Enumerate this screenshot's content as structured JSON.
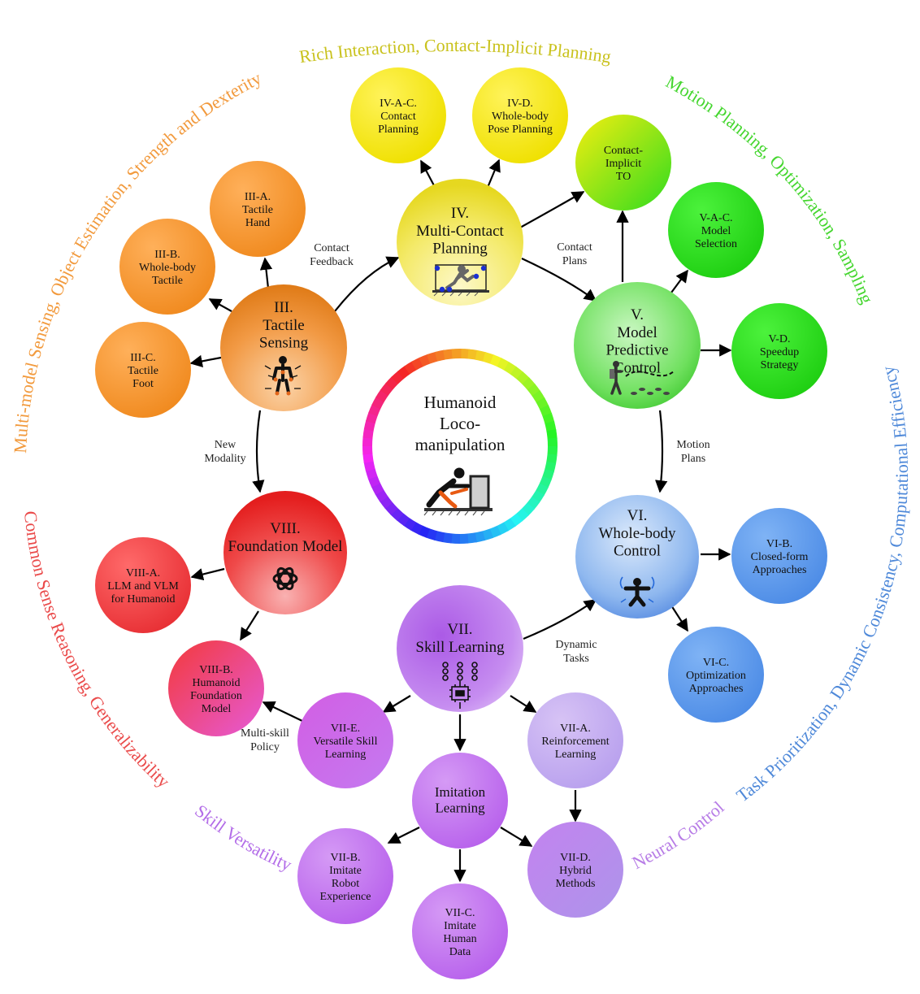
{
  "center": {
    "lines": [
      "Humanoid",
      "Loco-",
      "manipulation"
    ]
  },
  "themes": {
    "rich": "Rich Interaction, Contact-Implicit Planning",
    "motion": "Motion Planning, Optimization, Sampling",
    "task": "Task Prioritization, Dynamic Consistency, Computational Efficiency",
    "neural": "Neural Control",
    "skill": "Skill Versatility",
    "common": "Common Sense Reasoning, Generalizability",
    "multimodel": "Multi-model Sensing, Object Estimation, Strength and Dexterity"
  },
  "nodes": {
    "tactile": [
      "III.",
      "Tactile",
      "Sensing"
    ],
    "multicontact": [
      "IV.",
      "Multi-Contact",
      "Planning"
    ],
    "mpc": [
      "V.",
      "Model",
      "Predictive",
      "Control"
    ],
    "wbc": [
      "VI.",
      "Whole-body",
      "Control"
    ],
    "skill": [
      "VII.",
      "Skill Learning"
    ],
    "foundation": [
      "VIII.",
      "Foundation Model"
    ],
    "imitation": [
      "Imitation",
      "Learning"
    ],
    "tactile_hand": [
      "III-A.",
      "Tactile",
      "Hand"
    ],
    "wholebody_tactile": [
      "III-B.",
      "Whole-body",
      "Tactile"
    ],
    "tactile_foot": [
      "III-C.",
      "Tactile",
      "Foot"
    ],
    "contact_planning": [
      "IV-A-C.",
      "Contact",
      "Planning"
    ],
    "pose_planning": [
      "IV-D.",
      "Whole-body",
      "Pose Planning"
    ],
    "contact_implicit": [
      "Contact-",
      "Implicit",
      "TO"
    ],
    "model_selection": [
      "V-A-C.",
      "Model",
      "Selection"
    ],
    "speedup": [
      "V-D.",
      "Speedup",
      "Strategy"
    ],
    "closed_form": [
      "VI-B.",
      "Closed-form",
      "Approaches"
    ],
    "optimization": [
      "VI-C.",
      "Optimization",
      "Approaches"
    ],
    "llm_vlm": [
      "VIII-A.",
      "LLM and VLM",
      "for Humanoid"
    ],
    "humanoid_fm": [
      "VIII-B.",
      "Humanoid",
      "Foundation",
      "Model"
    ],
    "versatile": [
      "VII-E.",
      "Versatile Skill",
      "Learning"
    ],
    "rl": [
      "VII-A.",
      "Reinforcement",
      "Learning"
    ],
    "robot_exp": [
      "VII-B.",
      "Imitate",
      "Robot",
      "Experience"
    ],
    "human_data": [
      "VII-C.",
      "Imitate",
      "Human",
      "Data"
    ],
    "hybrid": [
      "VII-D.",
      "Hybrid",
      "Methods"
    ]
  },
  "edge_labels": {
    "contact_feedback": [
      "Contact",
      "Feedback"
    ],
    "contact_plans": [
      "Contact",
      "Plans"
    ],
    "motion_plans": [
      "Motion",
      "Plans"
    ],
    "dynamic_tasks": [
      "Dynamic",
      "Tasks"
    ],
    "new_modality": [
      "New",
      "Modality"
    ],
    "multi_skill": [
      "Multi-skill",
      "Policy"
    ]
  },
  "colors": {
    "tactile": "#f39a2e",
    "multicontact": "#f2e41c",
    "mpc": "#2fd61f",
    "wbc": "#5a94e8",
    "skill": "#b46de8",
    "foundation": "#e8343a",
    "theme_rich": "#c9c21d",
    "theme_motion": "#45d62f",
    "theme_task": "#4f89d9",
    "theme_neural": "#b77ce6",
    "theme_skill": "#b36de8",
    "theme_common": "#ea4b4b",
    "theme_multimodel": "#f29a3d"
  }
}
